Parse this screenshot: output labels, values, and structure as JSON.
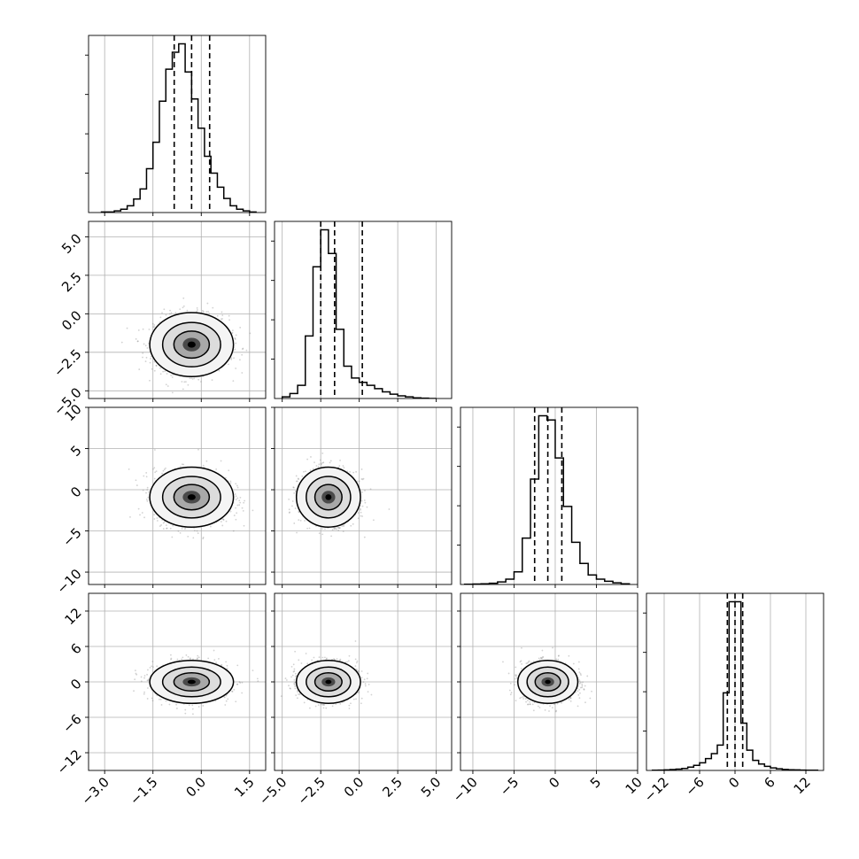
{
  "chart_data": {
    "type": "corner",
    "n_params": 4,
    "grid": true,
    "params": [
      {
        "index": 0,
        "range": [
          -3.5,
          2.0
        ],
        "ticks": [
          -3.0,
          -1.5,
          0.0,
          1.5
        ],
        "tick_labels": [
          "−3.0",
          "−1.5",
          "0.0",
          "1.5"
        ],
        "mean": -0.3,
        "sd": 0.5,
        "quantiles": [
          -0.84,
          -0.3,
          0.26
        ],
        "hist_bins": [
          -3.1,
          -2.9,
          -2.7,
          -2.5,
          -2.3,
          -2.1,
          -1.9,
          -1.7,
          -1.5,
          -1.3,
          -1.1,
          -0.9,
          -0.7,
          -0.5,
          -0.3,
          -0.1,
          0.1,
          0.3,
          0.5,
          0.7,
          0.9,
          1.1,
          1.3,
          1.5,
          1.7
        ],
        "hist_counts": [
          1,
          1,
          3,
          6,
          12,
          24,
          42,
          78,
          125,
          198,
          255,
          285,
          300,
          250,
          202,
          150,
          100,
          70,
          45,
          25,
          12,
          6,
          3,
          1
        ]
      },
      {
        "index": 1,
        "range": [
          -5.5,
          6.0
        ],
        "ticks": [
          -5.0,
          -2.5,
          0.0,
          2.5,
          5.0
        ],
        "tick_labels": [
          "−5.0",
          "−2.5",
          "0.0",
          "2.5",
          "5.0"
        ],
        "mean": -2.0,
        "sd": 0.8,
        "quantiles": [
          -2.5,
          -1.6,
          0.2
        ],
        "hist_bins": [
          -5.0,
          -4.5,
          -4.0,
          -3.5,
          -3.0,
          -2.5,
          -2.0,
          -1.5,
          -1.0,
          -0.5,
          0.0,
          0.5,
          1.0,
          1.5,
          2.0,
          2.5,
          3.0,
          3.5,
          4.0,
          4.5,
          5.0
        ],
        "hist_counts": [
          5,
          15,
          40,
          190,
          400,
          512,
          440,
          210,
          98,
          62,
          49,
          40,
          30,
          20,
          13,
          8,
          5,
          2,
          1,
          0
        ]
      },
      {
        "index": 2,
        "range": [
          -11.5,
          10.0
        ],
        "ticks": [
          -10,
          -5,
          0,
          5,
          10
        ],
        "tick_labels": [
          "−10",
          "−5",
          "0",
          "5",
          "10"
        ],
        "mean": -0.9,
        "sd": 1.4,
        "quantiles": [
          -2.5,
          -0.9,
          0.8
        ],
        "hist_bins": [
          -11,
          -10,
          -9,
          -8,
          -7,
          -6,
          -5,
          -4,
          -3,
          -2,
          -1,
          0,
          1,
          2,
          3,
          4,
          5,
          6,
          7,
          8,
          9
        ],
        "hist_counts": [
          1,
          2,
          3,
          6,
          12,
          25,
          60,
          220,
          500,
          800,
          780,
          600,
          370,
          200,
          100,
          45,
          25,
          15,
          8,
          3
        ]
      },
      {
        "index": 3,
        "range": [
          -15,
          15
        ],
        "ticks": [
          -12,
          -6,
          0,
          6,
          12
        ],
        "tick_labels": [
          "−12",
          "−6",
          "0",
          "6",
          "12"
        ],
        "mean": 0.0,
        "sd": 1.4,
        "quantiles": [
          -1.3,
          0.0,
          1.3
        ],
        "hist_bins": [
          -14,
          -13,
          -12,
          -11,
          -10,
          -9,
          -8,
          -7,
          -6,
          -5,
          -4,
          -3,
          -2,
          -1,
          0,
          1,
          2,
          3,
          4,
          5,
          6,
          7,
          8,
          9,
          10,
          11,
          12,
          13,
          14
        ],
        "hist_counts": [
          1,
          2,
          3,
          5,
          8,
          12,
          20,
          30,
          45,
          70,
          100,
          150,
          460,
          1000,
          1000,
          280,
          120,
          60,
          38,
          24,
          15,
          10,
          6,
          4,
          3,
          2,
          1,
          1
        ]
      }
    ]
  }
}
